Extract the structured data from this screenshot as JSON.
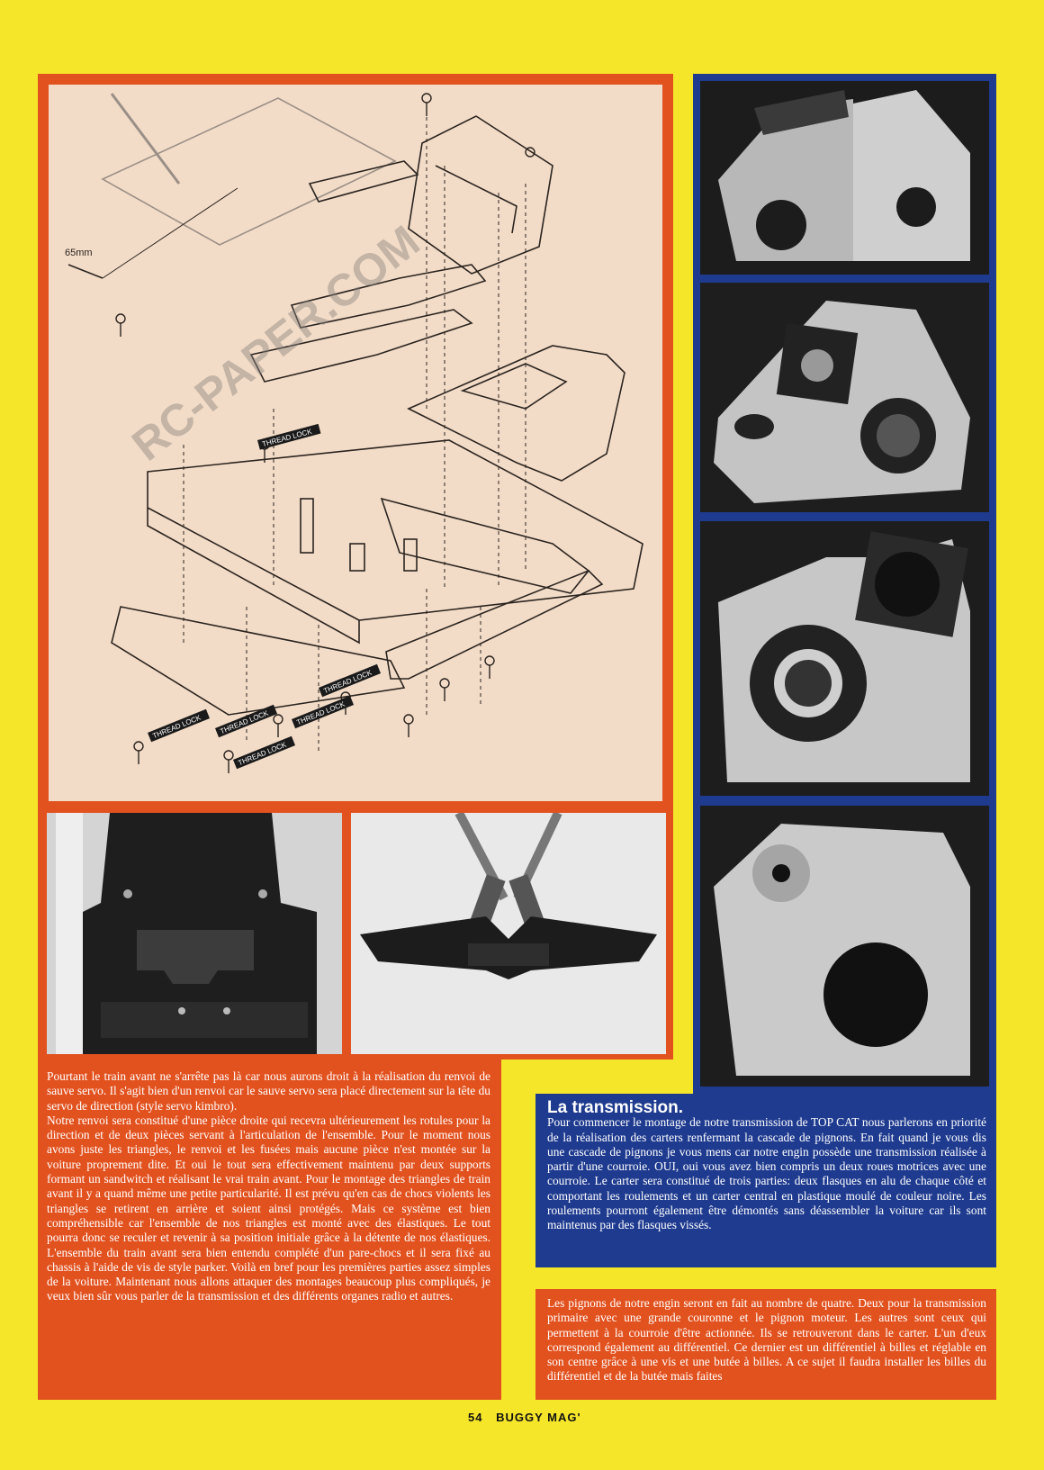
{
  "watermark": "RC-PAPER.COM",
  "diagram": {
    "dimension_label": "65mm",
    "thread_lock_label": "THREAD LOCK"
  },
  "left_text": {
    "paragraphs": [
      "Pourtant le train avant ne s'arrête pas là car nous aurons droit à la réalisation du renvoi de sauve servo. Il s'agit bien d'un renvoi car le sauve servo sera placé directement sur la tête du servo de direction (style servo kimbro).",
      "Notre renvoi sera constitué d'une pièce droite qui recevra ultérieurement les rotules pour la direction et de deux pièces servant à l'articulation de l'ensemble. Pour le moment nous avons juste les triangles, le renvoi et les fusées mais aucune pièce n'est montée sur la voiture proprement dite. Et oui le tout sera effectivement maintenu par deux supports formant un sandwitch et réalisant le vrai train avant. Pour le montage des triangles de train avant il y a quand même une petite particularité. Il est prévu qu'en cas de chocs violents les triangles se retirent en arrière et soient ainsi protégés. Mais ce système est bien compréhensible car l'ensemble de nos triangles est monté avec des élastiques. Le tout pourra donc se reculer et revenir à sa position initiale grâce à la détente de nos élastiques. L'ensemble du train avant sera bien entendu complété d'un pare-chocs et il sera fixé au chassis à l'aide de vis de style parker. Voilà en bref pour les premières parties assez simples de la voiture. Maintenant nous allons attaquer des montages beaucoup plus compliqués, je veux bien sûr vous parler de la transmission et des différents organes radio et autres."
    ]
  },
  "transmission": {
    "heading": "La transmission.",
    "paragraph": "Pour commencer le montage de notre transmission de TOP CAT nous parlerons en priorité de la réalisation des carters renfermant la cascade de pignons. En fait quand je vous dis une cascade de pignons je vous mens car notre engin possède une transmission réalisée à partir d'une courroie. OUI, oui vous avez bien compris un deux roues motrices avec une courroie. Le carter sera constitué de trois parties: deux flasques en alu de chaque côté et comportant les roulements et un carter central en plastique moulé de couleur noire. Les roulements pourront également être démontés sans déassembler la voiture car ils sont maintenus par des flasques vissés."
  },
  "pignons": {
    "paragraph": "Les pignons de notre engin seront en fait au nombre de quatre. Deux pour la transmission primaire avec une grande couronne et le pignon moteur. Les autres sont ceux qui permettent à la courroie d'être actionnée. Ils se retrouveront dans le carter. L'un d'eux correspond également au différentiel. Ce dernier est un différentiel à billes et réglable en son centre grâce à une vis et une butée à billes. A ce sujet il faudra installer les billes du différentiel et de la butée mais faites"
  },
  "footer": {
    "page_number": "54",
    "magazine": "BUGGY MAG'"
  },
  "colors": {
    "background": "#f6e62a",
    "orange": "#e2521f",
    "blue": "#1f3b8f",
    "diagram_bg": "#f3dcc7"
  }
}
